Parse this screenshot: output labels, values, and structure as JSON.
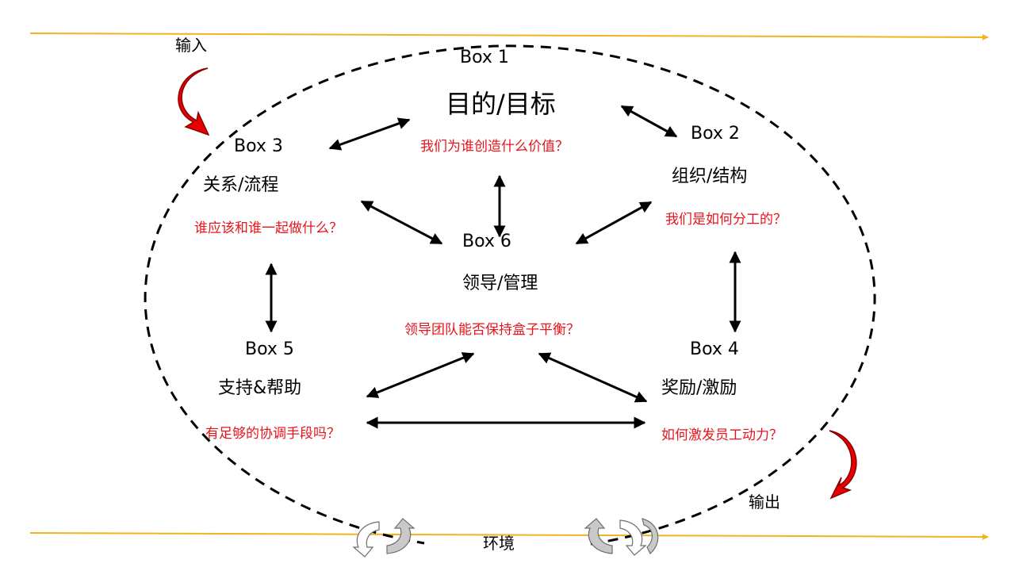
{
  "colors": {
    "question": "#e8141b",
    "boundary": "#f2b41a",
    "arrow": "#000000",
    "curved_arrow_red": "#e60000",
    "curved_arrow_dark": "#8b0000",
    "cycle_arrow_gray": "#c9c9c9"
  },
  "labels": {
    "input": "输入",
    "output": "输出",
    "environment": "环境"
  },
  "boxes": {
    "box1": {
      "title": "Box 1",
      "topic": "目的/目标",
      "question": "我们为谁创造什么价值？"
    },
    "box2": {
      "title": "Box 2",
      "topic": "组织/结构",
      "question": "我们是如何分工的？"
    },
    "box3": {
      "title": "Box 3",
      "topic": "关系/流程",
      "question": "谁应该和谁一起做什么？"
    },
    "box4": {
      "title": "Box 4",
      "topic": "奖励/激励",
      "question": "如何激发员工动力？"
    },
    "box5": {
      "title": "Box 5",
      "topic": "支持&帮助",
      "question": "有足够的协调手段吗？"
    },
    "box6": {
      "title": "Box 6",
      "topic": "领导/管理",
      "question": "领导团队能否保持盒子平衡？"
    }
  },
  "icons": {
    "input_arrow": "curved-down-arrow-icon",
    "output_arrow": "curved-down-arrow-icon",
    "env_cycle_left": "cycle-arrows-icon",
    "env_cycle_right": "cycle-arrows-icon"
  }
}
